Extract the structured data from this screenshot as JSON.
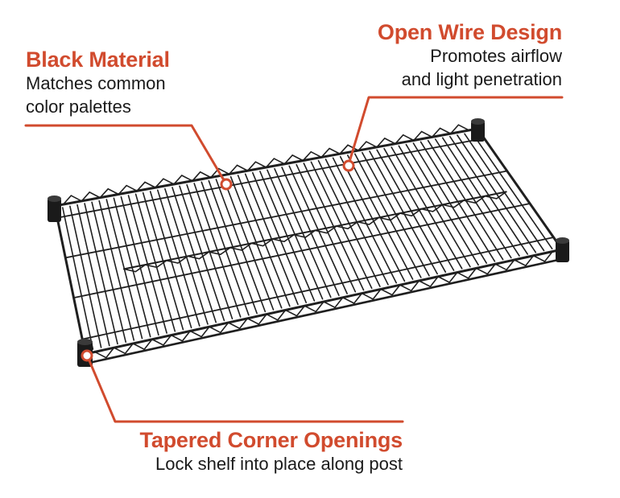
{
  "colors": {
    "accent": "#d14b2e",
    "wire": "#1f1f1f",
    "text": "#1a1a1a"
  },
  "callouts": {
    "black_material": {
      "heading": "Black Material",
      "lines": [
        "Matches common",
        "color palettes"
      ]
    },
    "open_wire": {
      "heading": "Open Wire Design",
      "lines": [
        "Promotes airflow",
        "and light penetration"
      ]
    },
    "tapered_corner": {
      "heading": "Tapered Corner Openings",
      "lines": [
        "Lock shelf into place along post"
      ]
    }
  }
}
